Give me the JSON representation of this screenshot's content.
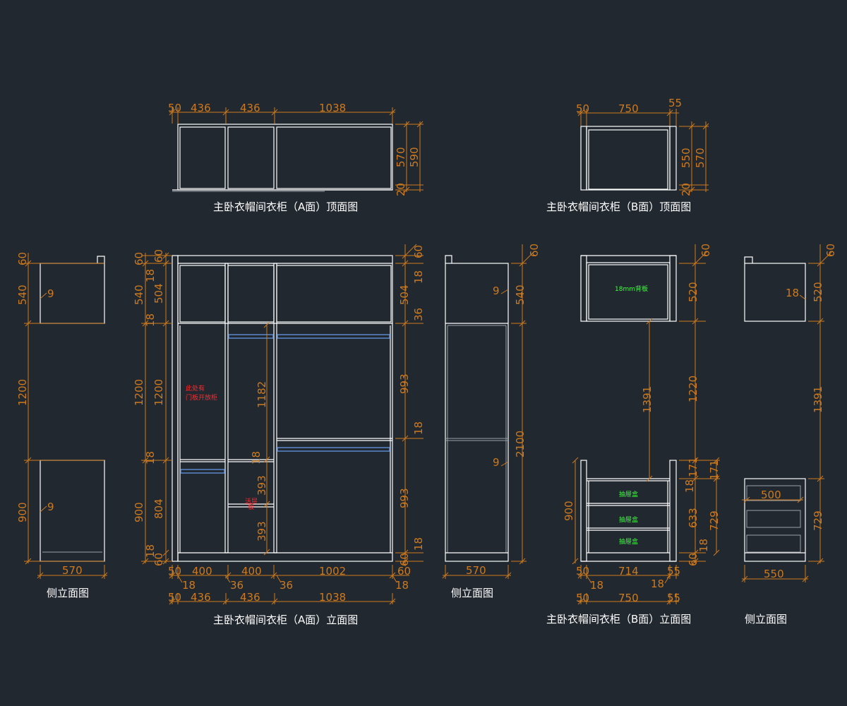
{
  "captions": {
    "a_top": "主卧衣帽间衣柜（A面）顶面图",
    "b_top": "主卧衣帽间衣柜（B面）顶面图",
    "a_elev": "主卧衣帽间衣柜（A面）立面图",
    "b_elev": "主卧衣帽间衣柜（B面）立面图",
    "side1": "侧立面图",
    "side2": "侧立面图",
    "side3": "侧立面图"
  },
  "notes": {
    "open_cab_1": "此处有",
    "open_cab_2": "门板开放柜",
    "shelf_1": "活层",
    "shelf_2": "板",
    "backboard": "18mm背板",
    "drawer1": "抽屉盒",
    "drawer2": "抽屉盒",
    "drawer3": "抽屉盒"
  },
  "dims": {
    "at_50": "50",
    "at_436a": "436",
    "at_436b": "436",
    "at_1038": "1038",
    "at_570": "570",
    "at_590": "590",
    "at_20": "20",
    "bt_50": "50",
    "bt_750": "750",
    "bt_55": "55",
    "bt_550": "550",
    "bt_570": "570",
    "bt_20": "20",
    "s1_60": "60",
    "s1_540": "540",
    "s1_1200": "1200",
    "s1_900": "900",
    "s1_9a": "9",
    "s1_9b": "9",
    "s1_570": "570",
    "al_60": "60",
    "al_540": "540",
    "al_1200": "1200",
    "al_900": "900",
    "al_60b": "60",
    "al_18a": "18",
    "al_504": "504",
    "al_18b": "18",
    "al_1200b": "1200",
    "al_18c": "18",
    "al_804": "804",
    "al_18d": "18",
    "al_60c": "60",
    "ar_60": "60",
    "ar_18a": "18",
    "ar_504": "504",
    "ar_36": "36",
    "ar_993a": "993",
    "ar_18b": "18",
    "ar_993b": "993",
    "ar_18c": "18",
    "ar_60b": "60",
    "ai_1182": "1182",
    "ai_18": "18",
    "ai_393a": "393",
    "ai_393b": "393",
    "ab_50": "50",
    "ab_400a": "400",
    "ab_400b": "400",
    "ab_1002": "1002",
    "ab_60": "60",
    "ab_18a": "18",
    "ab_36a": "36",
    "ab_36b": "36",
    "ab_18b": "18",
    "ab2_50": "50",
    "ab2_436a": "436",
    "ab2_436b": "436",
    "ab2_1038": "1038",
    "s2_60": "60",
    "s2_9a": "9",
    "s2_540": "540",
    "s2_9b": "9",
    "s2_2100": "2100",
    "s2_570": "570",
    "be_60": "60",
    "be_520": "520",
    "be_1391": "1391",
    "be_1220": "1220",
    "be_171a": "171",
    "be_171b": "171",
    "be_18a": "18",
    "be_633": "633",
    "be_729": "729",
    "be_18b": "18",
    "be_60b": "60",
    "be_900": "900",
    "bb_50": "50",
    "bb_714": "714",
    "bb_55": "55",
    "bb_18a": "18",
    "bb_18b": "18",
    "bb2_50": "50",
    "bb2_750": "750",
    "bb2_55": "55",
    "s3_60": "60",
    "s3_18": "18",
    "s3_520": "520",
    "s3_1391": "1391",
    "s3_729": "729",
    "s3_500": "500",
    "s3_550": "550"
  }
}
